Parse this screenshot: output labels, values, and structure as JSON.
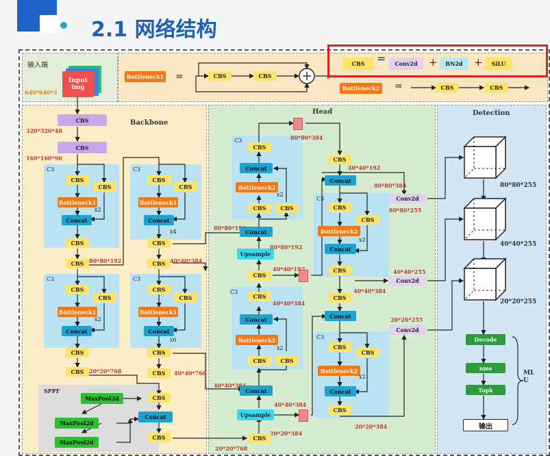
{
  "header": {
    "title": "2.1 网络结构"
  },
  "input": {
    "section_label": "输入端",
    "node": "Input img",
    "size": "640*640*3"
  },
  "formulas": {
    "bottleneck1": "Bottleneck1",
    "bottleneck2": "Bottleneck2",
    "cbs": "CBS",
    "conv2d": "Conv2d",
    "bn2d": "BN2d",
    "silu": "SiLU",
    "eq": "=",
    "plus": "+"
  },
  "sections": {
    "backbone": "Backbone",
    "head": "Head",
    "detection": "Detection",
    "sppf": "SPPF"
  },
  "labels": {
    "c3": "C3",
    "cbs": "CBS",
    "concat": "Concat",
    "bottleneck1": "Bottleneck1",
    "bottleneck2": "Bottleneck2",
    "upsample": "Upsample",
    "maxpool": "MaxPool2d",
    "conv2d": "Conv2d",
    "x2": "x2",
    "x4": "x4",
    "x6": "x6"
  },
  "sizes": {
    "s320": "320*320*48",
    "s160": "160*160*96",
    "s80a": "80*80*192",
    "s40a": "40*40*384",
    "s20a": "20*20*768",
    "s40b": "40*40*768",
    "s80_384": "80*80*384",
    "s80_192": "80*80*192",
    "s80_192b": "80*80*192",
    "s40_192": "40*40*192",
    "s40_384": "40*40*384",
    "s40_384b": "40*40*384",
    "s40_384c": "40*40*384",
    "s40_384d": "40*40*384",
    "s40_192b": "40*40*192",
    "s20_384": "20*20*384",
    "s20_768": "20*20*768",
    "s80_384b": "80*80*384",
    "s80_255": "80*80*255",
    "s40_255": "40*40*255",
    "s20_255": "20*20*255",
    "s20_384b": "20*20*384",
    "s40_384e": "40*40*384"
  },
  "detection": {
    "out1": "80*80*255",
    "out2": "40*40*255",
    "out3": "20*20*255",
    "decode": "Decode",
    "nms": "nms",
    "topk": "Topk",
    "output": "输出",
    "mlu": "ML\nU"
  }
}
